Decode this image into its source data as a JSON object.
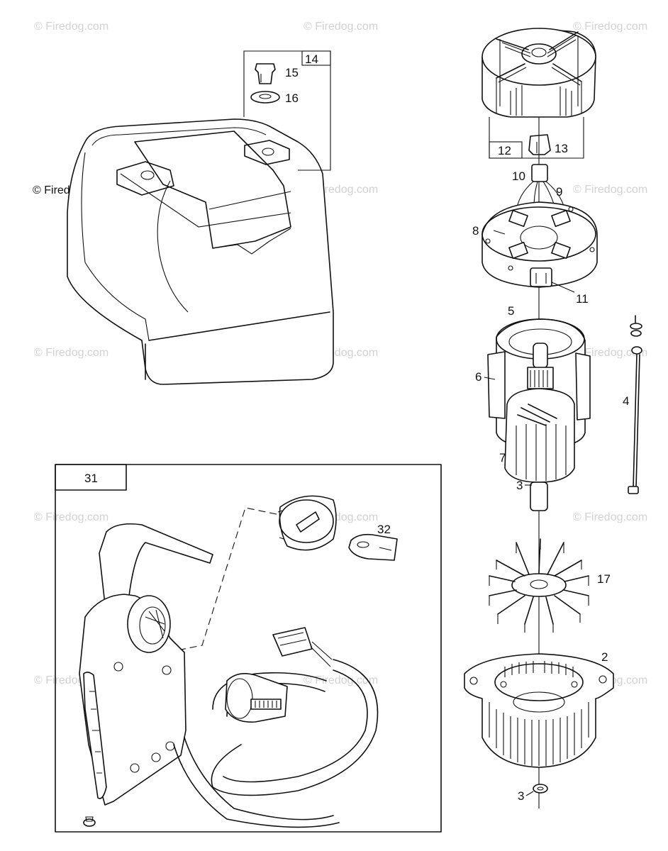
{
  "watermark": "© Firedog.com",
  "watermark_left": "© Firedog.com",
  "parts": {
    "p14": "14",
    "p15": "15",
    "p16": "16",
    "p12": "12",
    "p13": "13",
    "p10": "10",
    "p9": "9",
    "p8": "8",
    "p11": "11",
    "p5": "5",
    "p6": "6",
    "p7": "7",
    "p3a": "3",
    "p4": "4",
    "p17": "17",
    "p2": "2",
    "p3b": "3",
    "p31": "31",
    "p32": "32"
  }
}
